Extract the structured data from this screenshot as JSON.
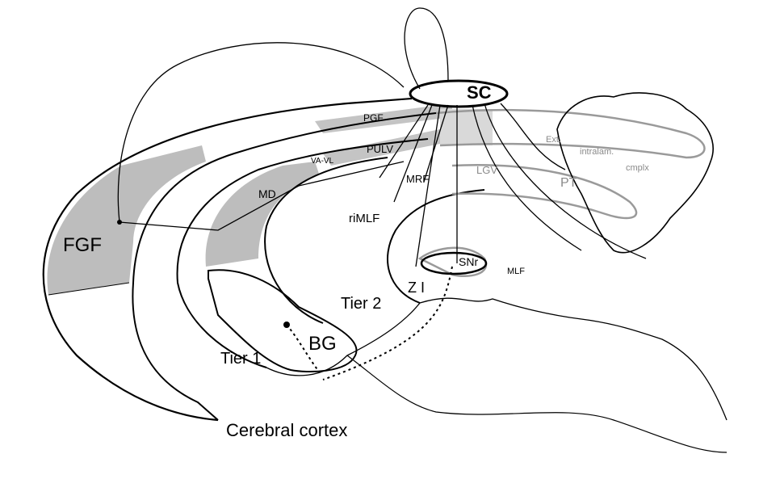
{
  "labels": {
    "sc": "SC",
    "pgf": "PGF",
    "pulv": "PULV",
    "vavl": "VA-VL",
    "md": "MD",
    "fgf": "FGF",
    "rimlf": "riMLF",
    "mrf": "MRF",
    "lgv": "LGV",
    "ext": "Ext.",
    "intralam": "intralam.",
    "cmplx": "cmplx",
    "pt": "PT",
    "snr": "SNr",
    "mlf": "MLF",
    "zi": "Z I",
    "tier2": "Tier 2",
    "tier1": "Tier 1",
    "bg": "BG",
    "cortex": "Cerebral cortex"
  },
  "colors": {
    "shade": "#bdbdbd",
    "line": "#000000",
    "faint": "#9a9a9a"
  }
}
